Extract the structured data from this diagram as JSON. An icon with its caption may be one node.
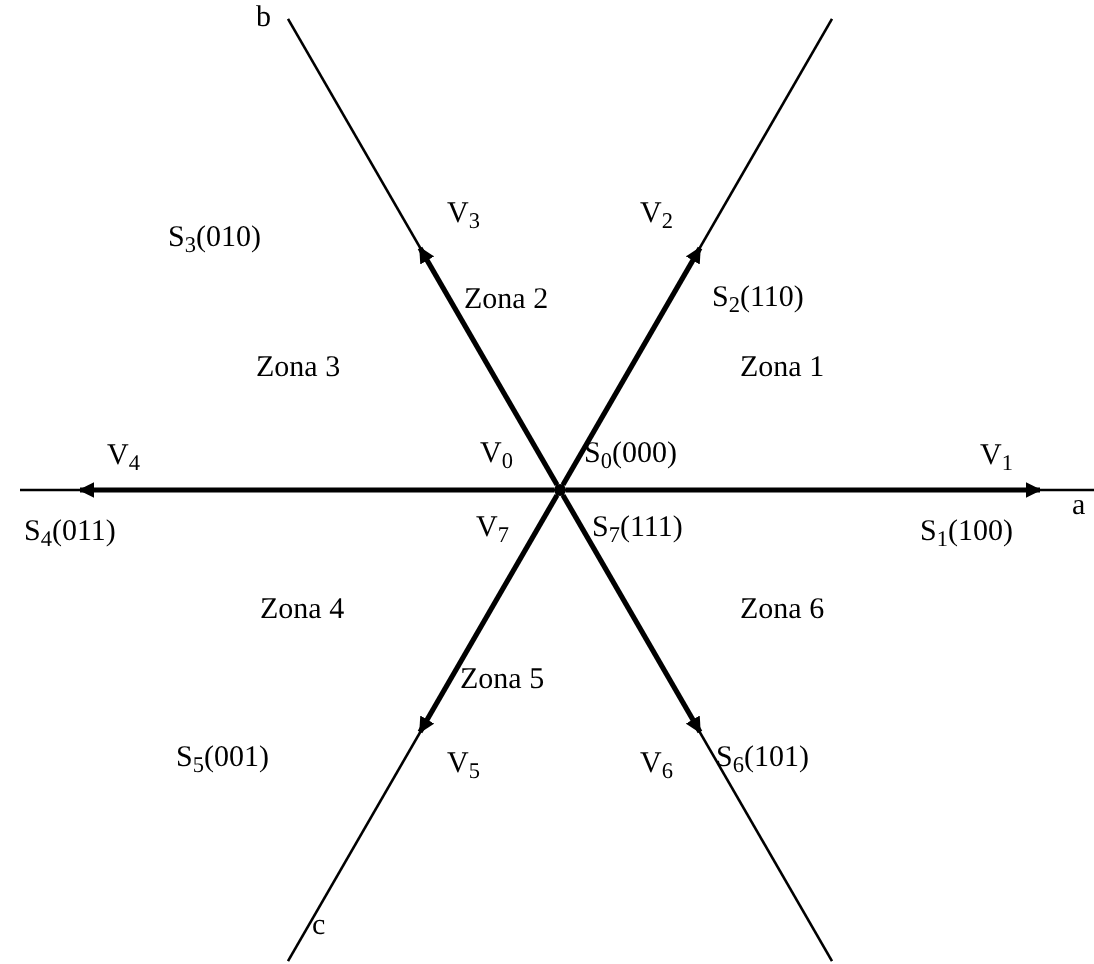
{
  "diagram": {
    "nodes": [
      {
        "text": [],
        "shape": "dot"
      },
      {
        "text": [
          "V$_{1}$"
        ]
      },
      {
        "text": [
          "V$_{2}$"
        ]
      },
      {
        "text": [
          "V$_{3}$"
        ]
      },
      {
        "text": [
          "V$_{4}$"
        ]
      },
      {
        "text": [
          "V$_{5}$"
        ]
      },
      {
        "text": [
          "V$_{6}$"
        ]
      }
    ],
    "edges": [
      {
        "from": 0,
        "to": 1,
        "arrow": "to"
      },
      {
        "from": 0,
        "to": 2,
        "arrow": "to"
      },
      {
        "from": 0,
        "to": 3,
        "arrow": "to"
      },
      {
        "from": 0,
        "to": 4,
        "arrow": "to"
      },
      {
        "from": 0,
        "to": 5,
        "arrow": "to"
      },
      {
        "from": 0,
        "to": 6,
        "arrow": "to"
      }
    ],
    "labels": [
      "b",
      "S$_{3}$(010)",
      "Zona 2",
      "S$_{2}$(110)",
      "Zona 3",
      "Zona 1",
      "V$_{0}$",
      "S$_{0}$(000)",
      "a",
      "S$_{4}$(011)",
      "V$_{7}$",
      "S$_{7}$(111)",
      "S$_{1}$(100)",
      "Zona 4",
      "Zona 6",
      "Zona 5",
      "S$_{5}$(001)",
      "S$_{6}$(101)",
      "c"
    ]
  }
}
